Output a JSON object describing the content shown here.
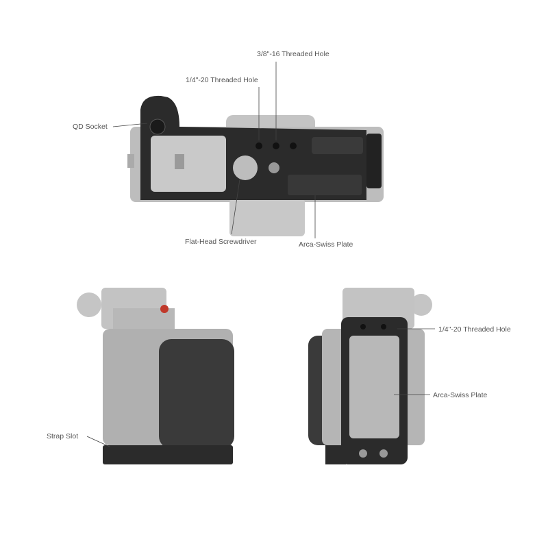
{
  "labels": {
    "hole_38": "3/8\"-16 Threaded Hole",
    "hole_14_top": "1/4\"-20 Threaded Hole",
    "qd_socket": "QD Socket",
    "screwdriver": "Flat-Head Screwdriver",
    "arca_top": "Arca-Swiss Plate",
    "hole_14_side": "1/4\"-20 Threaded Hole",
    "arca_side": "Arca-Swiss Plate",
    "strap_slot": "Strap Slot"
  },
  "colors": {
    "camera_silver": "#b9b9b9",
    "cage_black": "#2b2b2b",
    "wood_grip": "#3a3a3a",
    "label_text": "#555555"
  }
}
